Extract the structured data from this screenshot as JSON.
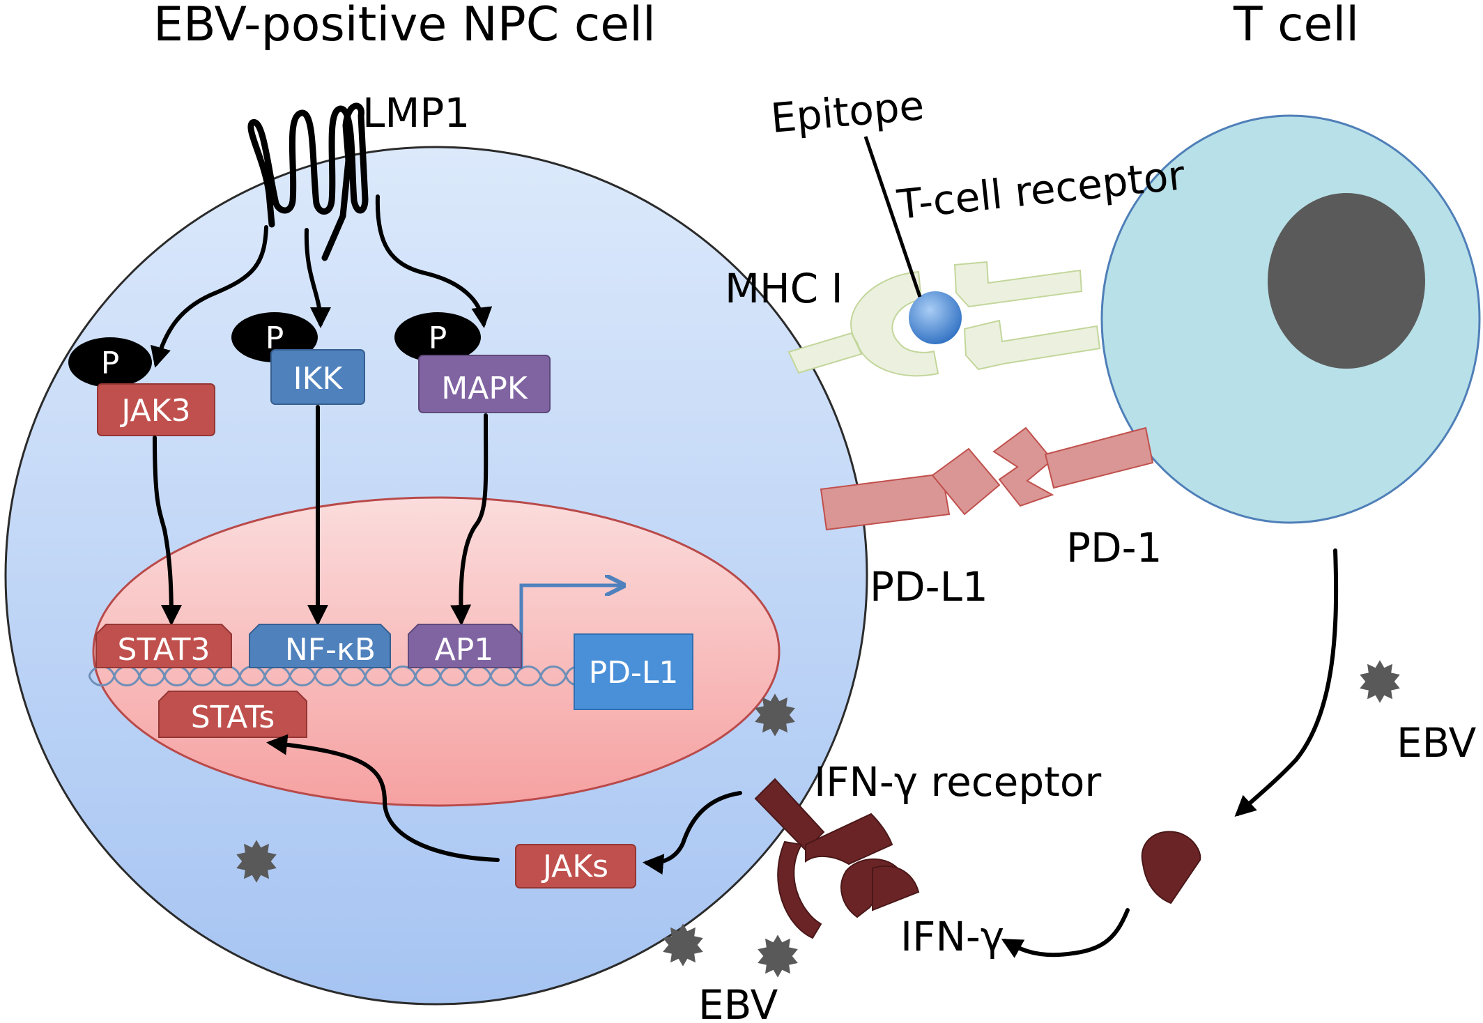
{
  "titles": {
    "npc_cell": "EBV-positive NPC cell",
    "t_cell": "T cell"
  },
  "labels": {
    "lmp1": "LMP1",
    "epitope": "Epitope",
    "tcell_receptor": "T-cell receptor",
    "mhc1": "MHC I",
    "pdl1_membrane": "PD-L1",
    "pd1": "PD-1",
    "ifng_receptor": "IFN-γ receptor",
    "ifng": "IFN-γ",
    "ebv_right": "EBV",
    "ebv_bottom": "EBV"
  },
  "boxes": {
    "p": "P",
    "jak3": "JAK3",
    "ikk": "IKK",
    "mapk": "MAPK",
    "stat3": "STAT3",
    "nfkb": "NF-κB",
    "ap1": "AP1",
    "pdl1_gene": "PD-L1",
    "stats": "STATs",
    "jaks": "JAKs"
  },
  "colors": {
    "npc_cell_top": "#dce9fb",
    "npc_cell_bottom": "#a9c6f2",
    "nucleus_top": "#fbdcdc",
    "nucleus_bottom": "#f6a3a3",
    "nucleus_border": "#b94a4a",
    "t_cell_fill": "#b8e0e8",
    "t_cell_border": "#4f7fb8",
    "t_cell_nucleus": "#5a5a5a",
    "red_box": "#c0504d",
    "blue_box": "#4f81bd",
    "purple_box": "#8064a2",
    "pdl1_gene_box": "#4a90d9",
    "pd_protein": "#d99694",
    "ifng_receptor": "#6b2426",
    "mhc": "#ebf1de",
    "epitope": "#3c7ccc",
    "dna": "#6d8fb8",
    "ebv_particle": "#595959"
  }
}
